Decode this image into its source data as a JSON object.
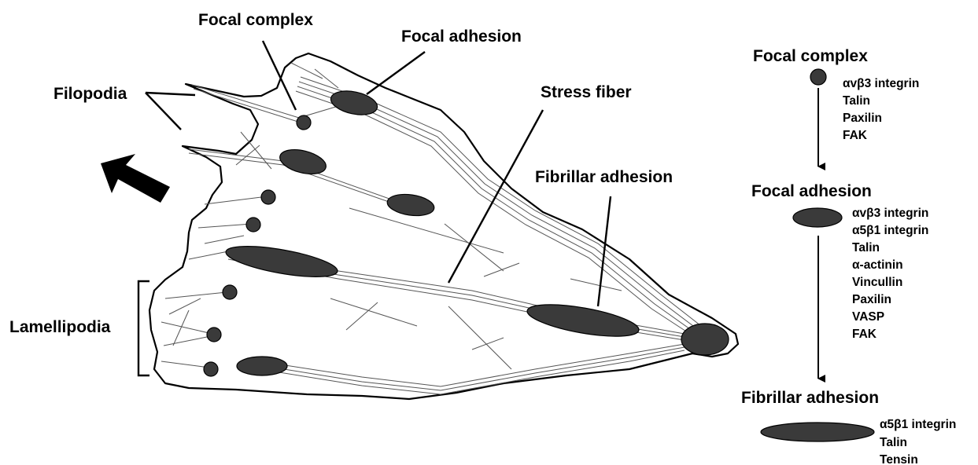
{
  "cell_labels": {
    "filopodia": "Filopodia",
    "focal_complex": "Focal complex",
    "focal_adhesion": "Focal adhesion",
    "stress_fiber": "Stress fiber",
    "fibrillar_adhesion": "Fibrillar adhesion",
    "lamellipodia": "Lamellipodia"
  },
  "stages": [
    {
      "title": "Focal complex",
      "components": [
        "αvβ3 integrin",
        "Talin",
        "Paxilin",
        "FAK"
      ]
    },
    {
      "title": "Focal adhesion",
      "components": [
        "αvβ3 integrin",
        "α5β1 integrin",
        "Talin",
        "α-actinin",
        "Vincullin",
        "Paxilin",
        "VASP",
        "FAK"
      ]
    },
    {
      "title": "Fibrillar adhesion",
      "components": [
        "α5β1 integrin",
        "Talin",
        "Tensin"
      ]
    }
  ],
  "icons": {
    "migration_arrow": "arrow-up-left-icon",
    "stage_arrow": "arrow-down-icon"
  },
  "colors": {
    "adhesion_fill": "#3a3a3a",
    "outline": "#000000",
    "cell_fill": "#ffffff",
    "fiber_stroke": "#555555"
  }
}
